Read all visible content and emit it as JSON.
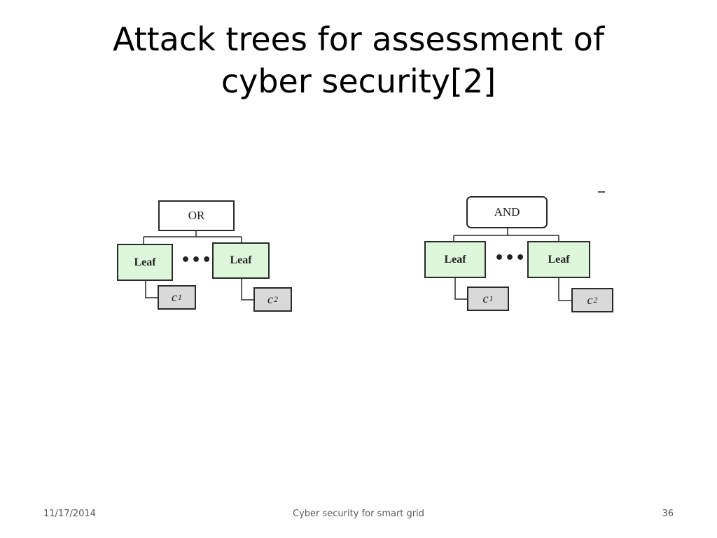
{
  "slide": {
    "title_line1": "Attack trees for assessment of",
    "title_line2": "cyber security[2]"
  },
  "diagram_or": {
    "gate_label": "OR",
    "leaf_left": "Leaf",
    "leaf_right": "Leaf",
    "ellipsis": "•••",
    "cost_left_base": "c",
    "cost_left_sub": "1",
    "cost_right_base": "c",
    "cost_right_sub": "2"
  },
  "diagram_and": {
    "gate_label": "AND",
    "leaf_left": "Leaf",
    "leaf_right": "Leaf",
    "ellipsis": "•••",
    "cost_left_base": "c",
    "cost_left_sub": "1",
    "cost_right_base": "c",
    "cost_right_sub": "2"
  },
  "footer": {
    "date": "11/17/2014",
    "center_text": "Cyber security for smart grid",
    "page_number": "36"
  },
  "colors": {
    "leaf_fill": "#ddf7da",
    "cost_fill": "#d9d9d9",
    "footer_text": "#595959"
  }
}
